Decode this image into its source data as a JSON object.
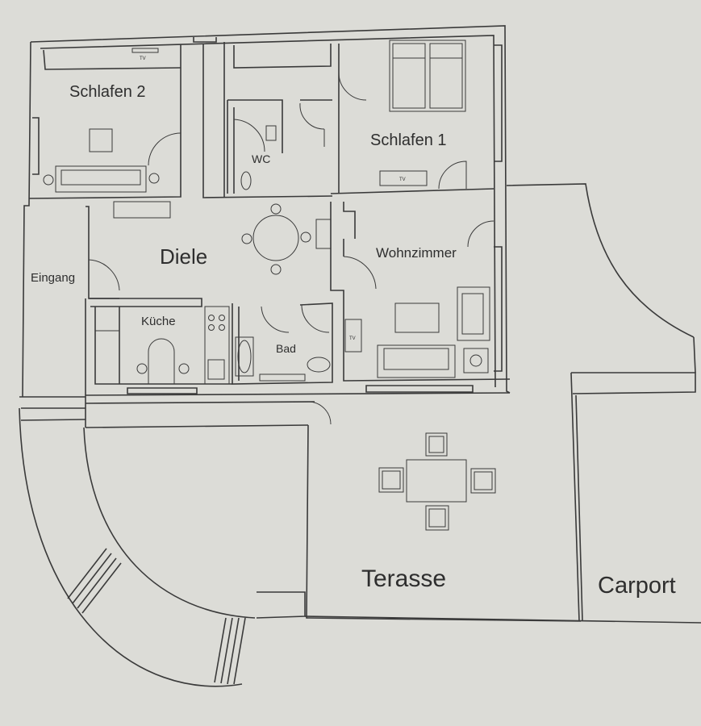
{
  "rooms": {
    "schlafen2": "Schlafen 2",
    "schlafen1": "Schlafen 1",
    "wc": "WC",
    "diele": "Diele",
    "eingang": "Eingang",
    "wohnzimmer": "Wohnzimmer",
    "kueche": "Küche",
    "bad": "Bad",
    "terasse": "Terasse",
    "carport": "Carport"
  },
  "tv_labels": {
    "schlafen2": "TV",
    "schlafen1": "TV",
    "wohnzimmer": "TV"
  }
}
